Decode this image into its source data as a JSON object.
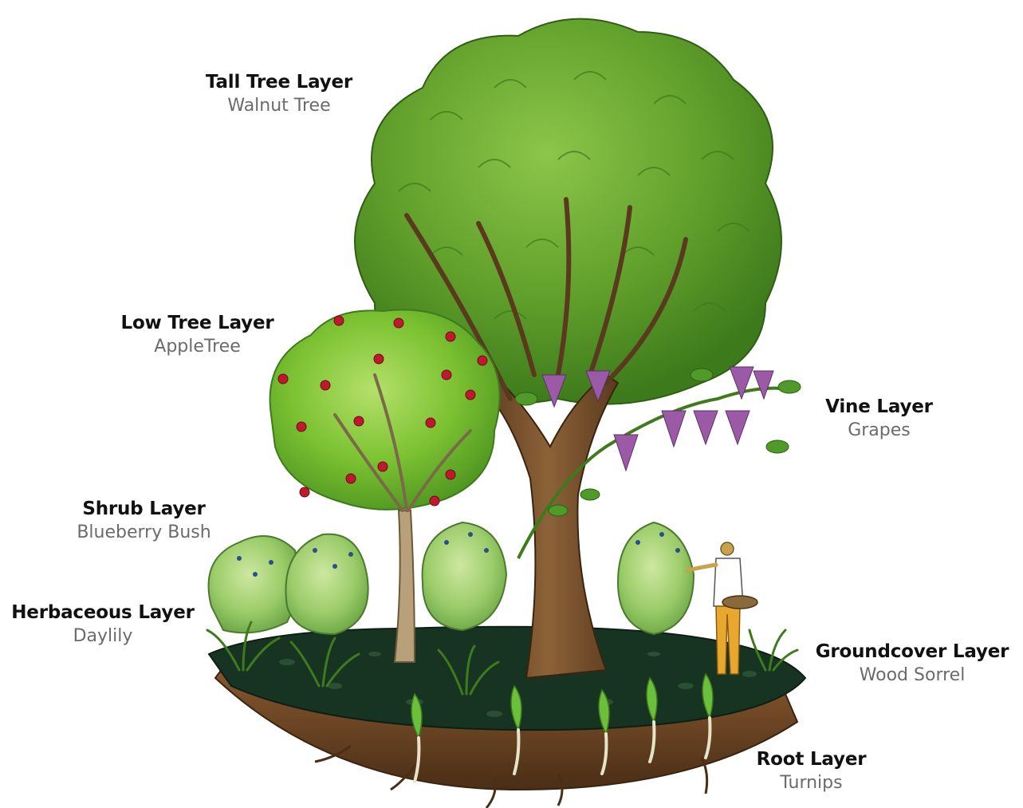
{
  "layers": [
    {
      "key": "tall",
      "title": "Tall Tree Layer",
      "example": "Walnut Tree"
    },
    {
      "key": "low",
      "title": "Low Tree Layer",
      "example": "AppleTree"
    },
    {
      "key": "vine",
      "title": "Vine Layer",
      "example": "Grapes"
    },
    {
      "key": "shrub",
      "title": "Shrub Layer",
      "example": "Blueberry Bush"
    },
    {
      "key": "herbaceous",
      "title": "Herbaceous Layer",
      "example": "Daylily"
    },
    {
      "key": "groundcover",
      "title": "Groundcover Layer",
      "example": "Wood Sorrel"
    },
    {
      "key": "root",
      "title": "Root Layer",
      "example": "Turnips"
    }
  ],
  "colors": {
    "title_text": "#111111",
    "example_text": "#6b6b6b",
    "tall_canopy": "#5f9e2a",
    "low_canopy": "#7cc232",
    "apple": "#c0182c",
    "grapes": "#9b5aa6",
    "blueberry": "#2b4f8a",
    "mulch": "#173322",
    "soil": "#6b4424",
    "trunk": "#7a5230"
  }
}
